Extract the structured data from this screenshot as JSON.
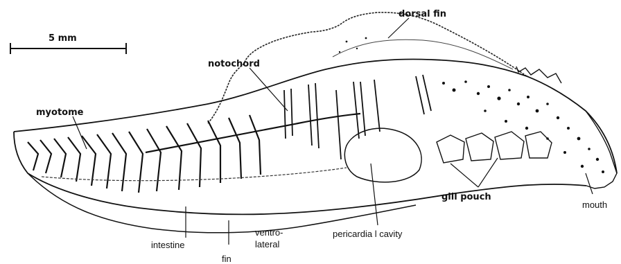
{
  "figure": {
    "scale_bar": {
      "label": "5 mm"
    },
    "labels": {
      "dorsal_fin": "dorsal fin",
      "notochord": "notochord",
      "myotome": "myotome",
      "gill_pouch": "gill pouch",
      "mouth": "mouth",
      "pericardial_cavity": "pericardia l cavity",
      "ventrolateral_line1": "ventro-",
      "ventrolateral_line2": "lateral",
      "intestine": "intestine",
      "fin": "fin"
    }
  }
}
